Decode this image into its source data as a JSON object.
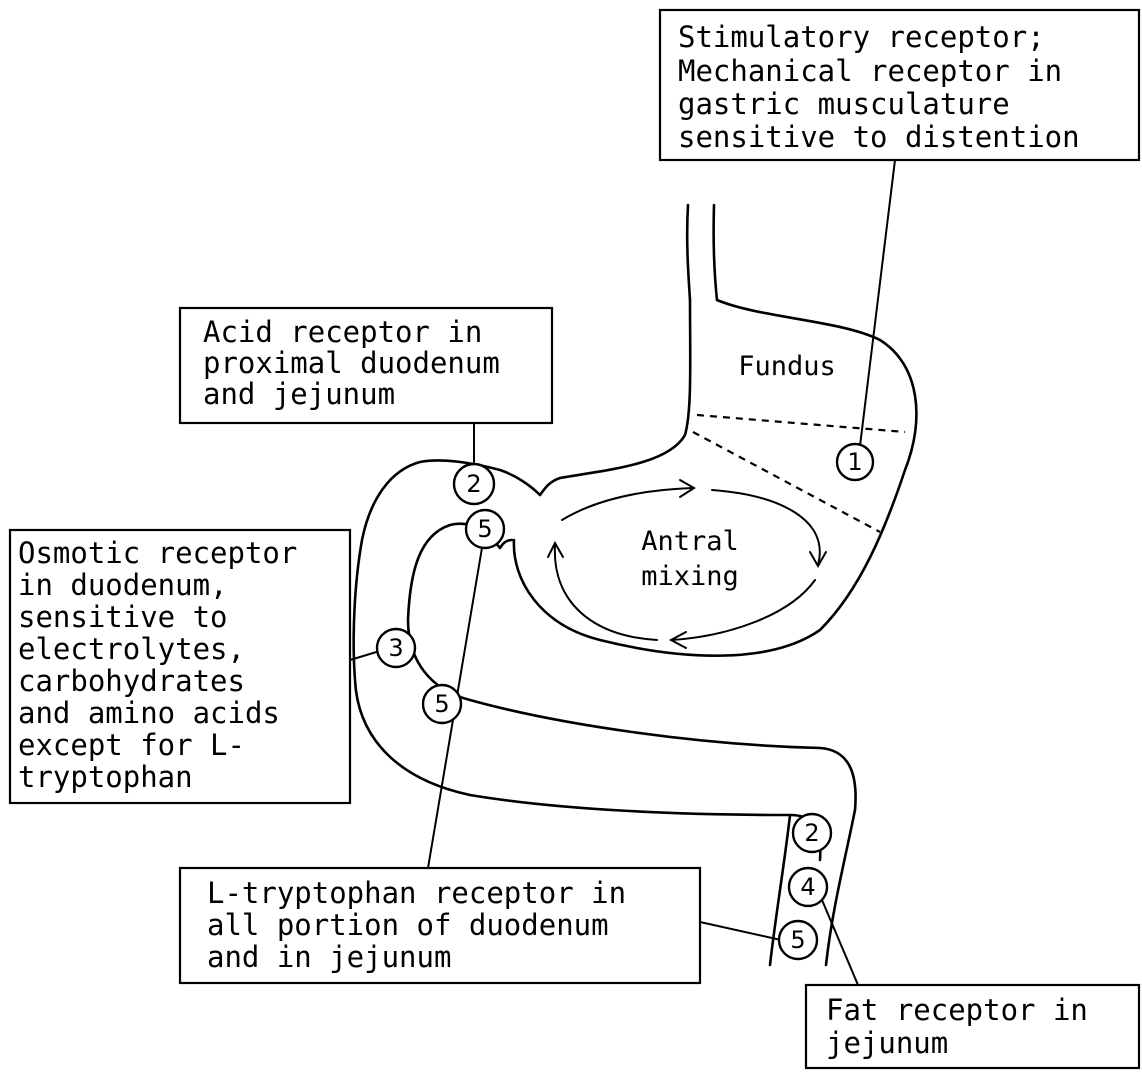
{
  "regions": {
    "fundus": "Fundus",
    "antral_line1": "Antral",
    "antral_line2": "mixing"
  },
  "labels": {
    "stimulatory": [
      "Stimulatory receptor;",
      "Mechanical receptor in",
      "gastric musculature",
      "sensitive to distention"
    ],
    "acid": [
      "Acid receptor in",
      "proximal duodenum",
      "and jejunum"
    ],
    "osmotic": [
      "Osmotic receptor",
      "in duodenum,",
      "sensitive to",
      "electrolytes,",
      "carbohydrates",
      "and amino acids",
      "except for L-",
      "tryptophan"
    ],
    "tryptophan": [
      "L-tryptophan receptor in",
      "all portion of duodenum",
      "and in jejunum"
    ],
    "fat": [
      "Fat receptor in",
      "jejunum"
    ]
  },
  "markers": {
    "fundus_1": "1",
    "duodenum_2": "2",
    "duodenum_5": "5",
    "duodenum_3": "3",
    "duodenum_5b": "5",
    "jejunum_2": "2",
    "jejunum_4": "4",
    "jejunum_5": "5"
  }
}
